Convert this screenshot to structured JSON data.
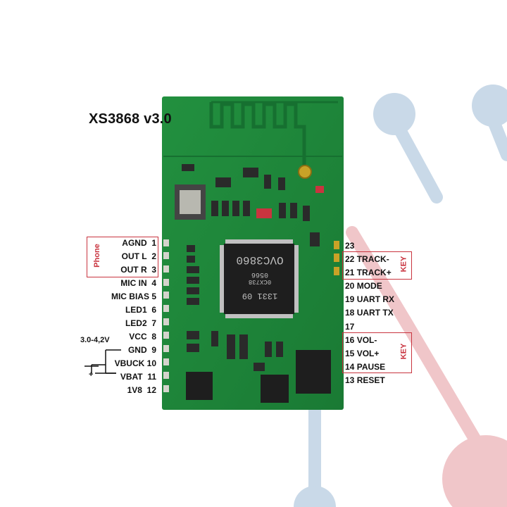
{
  "title": "XS3868 v3.0",
  "chip": {
    "text_line1": "1331 09",
    "text_line2": "0CX738",
    "text_line3": "0566",
    "text_line4": "OVC3860"
  },
  "left_pins": [
    {
      "label": "AGND",
      "num": "1"
    },
    {
      "label": "OUT L",
      "num": "2"
    },
    {
      "label": "OUT R",
      "num": "3"
    },
    {
      "label": "MIC IN",
      "num": "4"
    },
    {
      "label": "MIC BIAS",
      "num": "5"
    },
    {
      "label": "LED1",
      "num": "6"
    },
    {
      "label": "LED2",
      "num": "7"
    },
    {
      "label": "VCC",
      "num": "8"
    },
    {
      "label": "GND",
      "num": "9"
    },
    {
      "label": "VBUCK",
      "num": "10"
    },
    {
      "label": "VBAT",
      "num": "11"
    },
    {
      "label": "1V8",
      "num": "12"
    }
  ],
  "right_pins": [
    {
      "num": "23",
      "label": ""
    },
    {
      "num": "22",
      "label": "TRACK-"
    },
    {
      "num": "21",
      "label": "TRACK+"
    },
    {
      "num": "20",
      "label": "MODE"
    },
    {
      "num": "19",
      "label": "UART RX"
    },
    {
      "num": "18",
      "label": "UART TX"
    },
    {
      "num": "17",
      "label": ""
    },
    {
      "num": "16",
      "label": "VOL-"
    },
    {
      "num": "15",
      "label": "VOL+"
    },
    {
      "num": "14",
      "label": "PAUSE"
    },
    {
      "num": "13",
      "label": "RESET"
    }
  ],
  "groups": {
    "phone": "Phone",
    "key_top": "KEY",
    "key_bottom": "KEY"
  },
  "battery": {
    "voltage": "3.0-4,2V",
    "plus": "+"
  },
  "colors": {
    "pcb": "#1f8a3c",
    "accent": "#c9343f",
    "watermark_blue": "#c7d7e6",
    "watermark_red": "#efc3c6"
  }
}
